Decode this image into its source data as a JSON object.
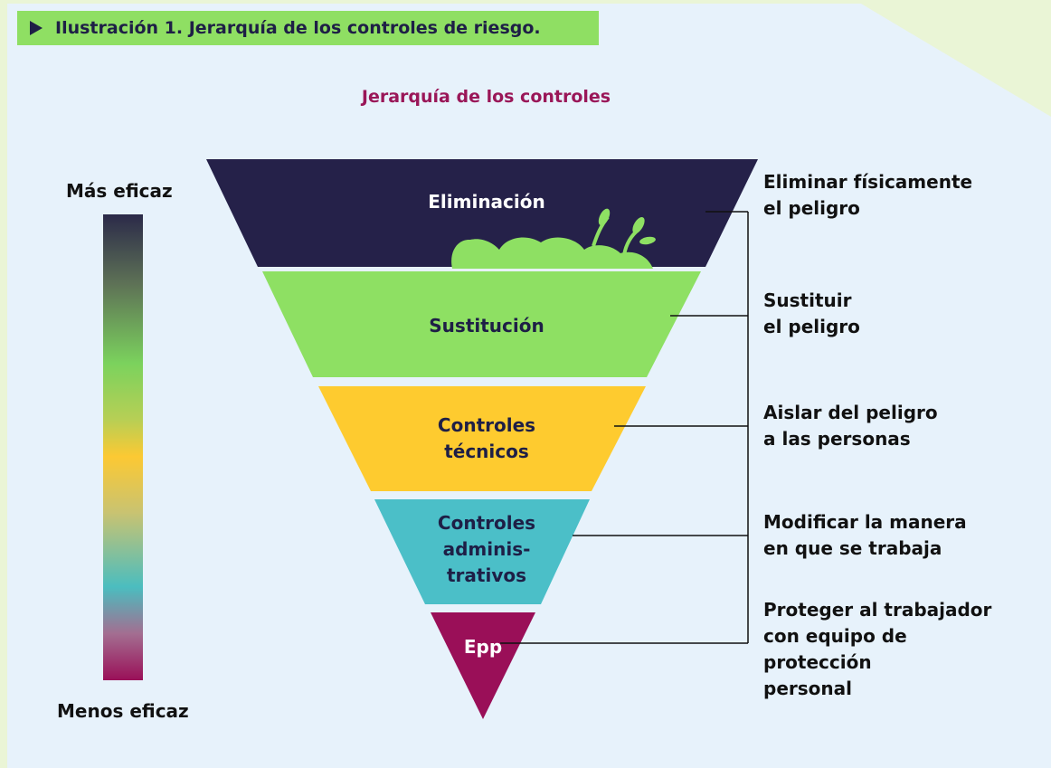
{
  "caption": "Ilustración 1. Jerarquía de los controles de riesgo.",
  "title": "Jerarquía de los controles",
  "scale": {
    "top_label": "Más eficaz",
    "bottom_label": "Menos eficaz"
  },
  "levels": [
    {
      "label": "Eliminación",
      "color": "#252149",
      "text_color": "#ffffff",
      "description": [
        "Eliminar físicamente",
        "el peligro"
      ]
    },
    {
      "label": "Sustitución",
      "color": "#8ee063",
      "text_color": "#1e1f46",
      "description": [
        "Sustituir",
        "el peligro"
      ]
    },
    {
      "label_lines": [
        "Controles",
        "técnicos"
      ],
      "color": "#fecb2f",
      "text_color": "#1e1f46",
      "description": [
        "Aislar del peligro",
        "a las personas"
      ]
    },
    {
      "label_lines": [
        "Controles",
        "adminis-",
        "trativos"
      ],
      "color": "#4bbfc8",
      "text_color": "#1e1f46",
      "description": [
        "Modificar la manera",
        "en que se trabaja"
      ]
    },
    {
      "label": "Epp",
      "color": "#9a0f58",
      "text_color": "#ffffff",
      "description": [
        "Proteger al trabajador",
        "con equipo de",
        "protección",
        "personal"
      ]
    }
  ],
  "colors": {
    "background": "#e7f2fb",
    "caption_bg": "#8fdf63",
    "title": "#9a1758",
    "plant": "#8ee063"
  },
  "icons": [
    "play-triangle-icon",
    "plant-sprout-icon"
  ]
}
